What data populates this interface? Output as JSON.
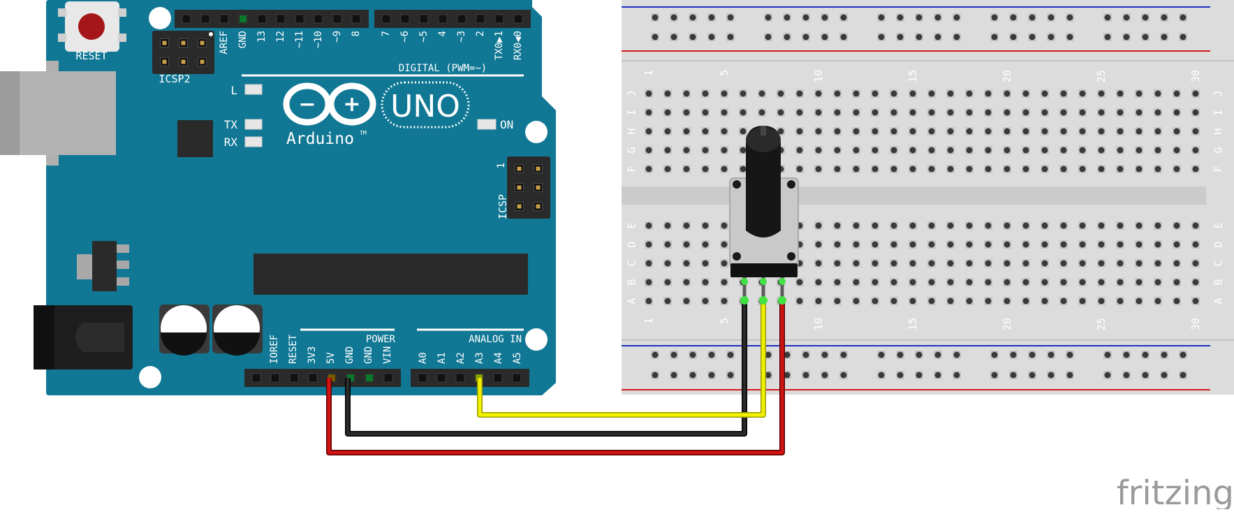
{
  "arduino": {
    "reset_label": "RESET",
    "icsp2_label": "ICSP2",
    "icsp_label": "ICSP",
    "icsp_pin1": "1",
    "digital_header_label": "DIGITAL (PWM=~)",
    "digital_pins_left": [
      "AREF",
      "GND",
      "13",
      "12",
      "~11",
      "~10",
      "~9",
      "8"
    ],
    "digital_pins_right": [
      "7",
      "~6",
      "~5",
      "4",
      "~3",
      "2",
      "TX0▶1",
      "RX0◀0"
    ],
    "led_l": "L",
    "led_tx": "TX",
    "led_rx": "RX",
    "led_on": "ON",
    "logo_minus": "−",
    "logo_plus": "+",
    "model": "UNO",
    "brand": "Arduino",
    "trademark": "TM",
    "power_header": "POWER",
    "power_pins": [
      "IOREF",
      "RESET",
      "3V3",
      "5V",
      "GND",
      "GND",
      "VIN"
    ],
    "analog_header": "ANALOG IN",
    "analog_pins": [
      "A0",
      "A1",
      "A2",
      "A3",
      "A4",
      "A5"
    ],
    "colors": {
      "board": "#107895",
      "silk": "#ffffff",
      "header": "#2a2a2a",
      "reset_button": "#a4161a"
    }
  },
  "breadboard": {
    "column_numbers": [
      "1",
      "5",
      "10",
      "15",
      "20",
      "25",
      "30"
    ],
    "rows_top": [
      "J",
      "I",
      "H",
      "G",
      "F"
    ],
    "rows_bottom": [
      "E",
      "D",
      "C",
      "B",
      "A"
    ],
    "colors": {
      "body": "#dcdcdc",
      "rail_blue": "#1f2ec4",
      "rail_red": "#d41a1a"
    }
  },
  "potentiometer": {
    "name": "rotary potentiometer",
    "pins": 3
  },
  "wires": [
    {
      "name": "5v-wire",
      "from": "5V",
      "to": "potentiometer right pin",
      "color": "#d01414"
    },
    {
      "name": "gnd-wire",
      "from": "GND",
      "to": "potentiometer left pin",
      "color": "#1a1a1a"
    },
    {
      "name": "signal-wire",
      "from": "A3",
      "to": "potentiometer wiper",
      "color": "#f0f000"
    }
  ],
  "watermark": "fritzing"
}
